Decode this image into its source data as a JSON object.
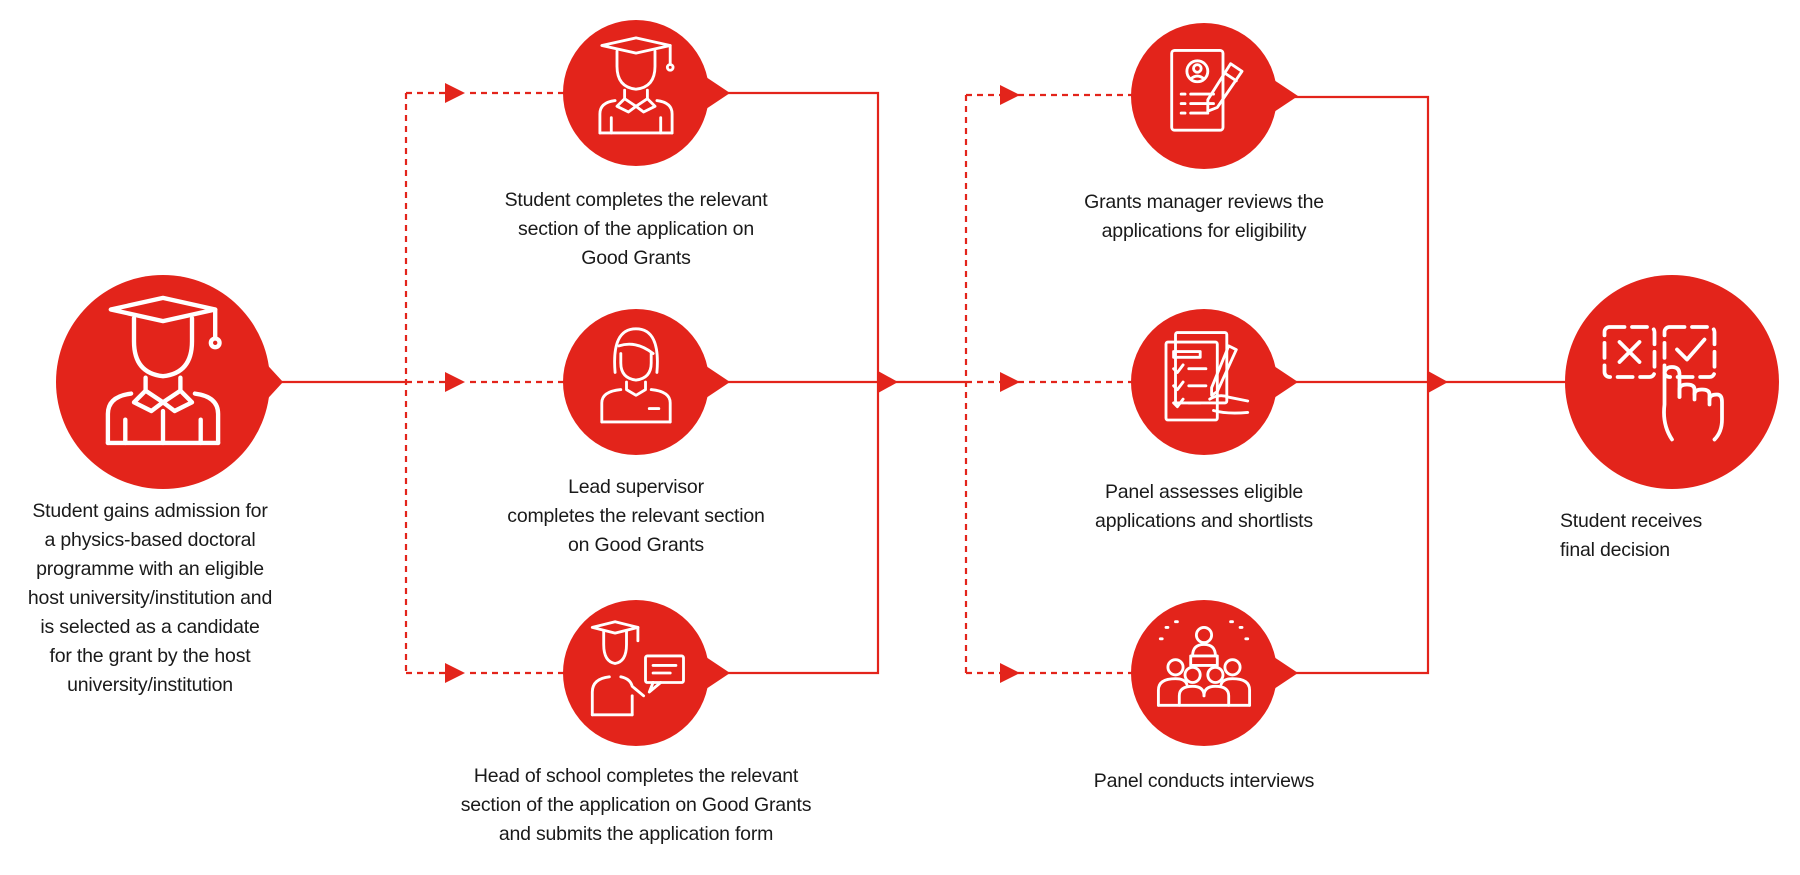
{
  "theme": {
    "accent": "#e3241b",
    "icon_stroke": "#ffffff",
    "text": "#1a1a1a"
  },
  "steps": {
    "start": {
      "icon": "graduate-icon",
      "caption": "Student gains admission for\na physics-based doctoral\nprogramme with an eligible\nhost university/institution and\nis selected as a candidate\nfor the grant by the host\nuniversity/institution"
    },
    "student": {
      "icon": "graduate-icon",
      "caption": "Student completes the relevant\nsection of the application on\nGood Grants"
    },
    "supervisor": {
      "icon": "supervisor-icon",
      "caption": "Lead supervisor\ncompletes the relevant section\non Good Grants"
    },
    "head": {
      "icon": "teacher-presenting-icon",
      "caption": "Head of school completes the relevant\nsection of the application on Good Grants\nand submits the application form"
    },
    "grants_manager": {
      "icon": "document-review-icon",
      "caption": "Grants manager reviews the\napplications for eligibility"
    },
    "panel_assess": {
      "icon": "checklist-signing-icon",
      "caption": "Panel assesses eligible\napplications and shortlists"
    },
    "panel_interview": {
      "icon": "panel-meeting-icon",
      "caption": "Panel conducts interviews"
    },
    "decision": {
      "icon": "decision-checkbox-icon",
      "caption": "Student receives\nfinal decision"
    }
  }
}
